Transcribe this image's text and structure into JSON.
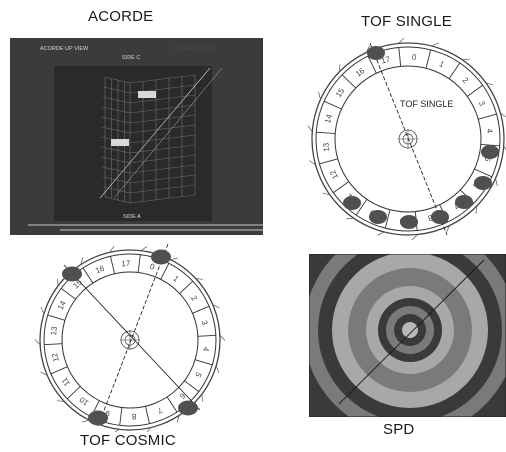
{
  "panels": {
    "acorde": {
      "title": "ACORDE",
      "view_label": "ACORDE UP VIEW",
      "side_top": "SIDE C",
      "side_bottom": "SIDE A",
      "faint_label": "ACORDE MODULE"
    },
    "tof_single": {
      "title": "TOF SINGLE",
      "inner_label": "TOF SINGLE",
      "sector_numbers": [
        "0",
        "1",
        "2",
        "3",
        "4",
        "5",
        "6",
        "7",
        "8",
        "9",
        "10",
        "11",
        "12",
        "13",
        "14",
        "15",
        "16",
        "17"
      ]
    },
    "tof_cosmic": {
      "title": "TOF COSMIC",
      "sector_numbers": [
        "0",
        "1",
        "2",
        "3",
        "4",
        "5",
        "6",
        "7",
        "8",
        "9",
        "10",
        "11",
        "12",
        "13",
        "14",
        "15",
        "16",
        "17"
      ]
    },
    "spd": {
      "title": "SPD"
    }
  },
  "colors": {
    "acorde_bg": "#3b3b3b",
    "acorde_inner": "#2a2a2a",
    "acorde_grid": "#6f6f6f",
    "hit_marker": "#505050",
    "spd_dark": "#3a3a3a",
    "spd_mid": "#7a7a7a",
    "spd_light": "#a8a8a8",
    "spd_ring": "#b8b8b8"
  }
}
